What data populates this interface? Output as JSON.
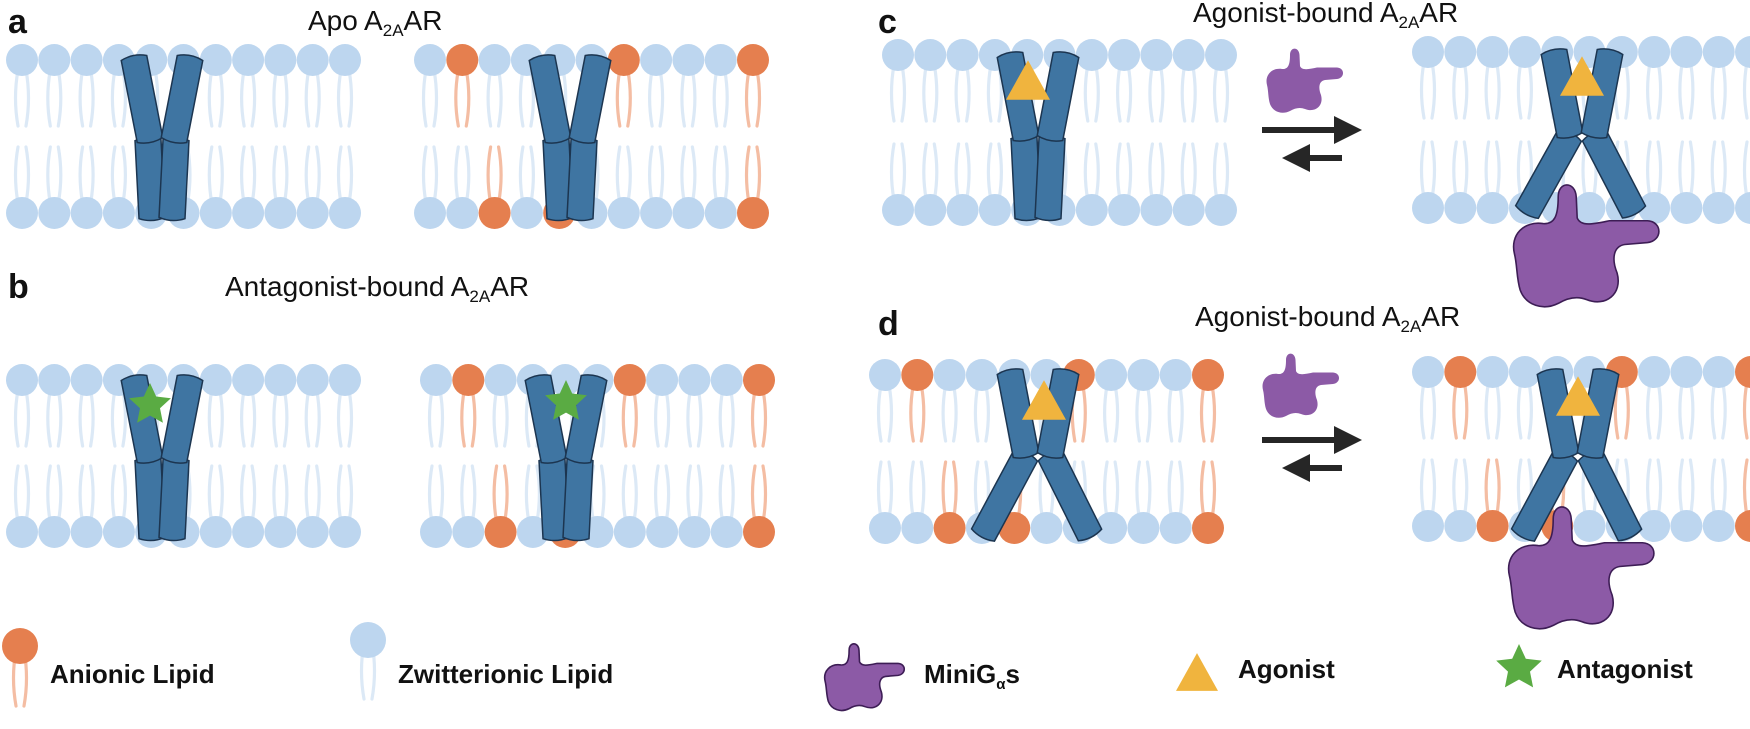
{
  "panels": [
    {
      "label": "a",
      "title_main": "Apo A",
      "title_sub": "2A",
      "title_tail": "AR"
    },
    {
      "label": "b",
      "title_main": "Antagonist-bound A",
      "title_sub": "2A",
      "title_tail": "AR"
    },
    {
      "label": "c",
      "title_main": "Agonist-bound A",
      "title_sub": "2A",
      "title_tail": "AR"
    },
    {
      "label": "d",
      "title_main": "Agonist-bound A",
      "title_sub": "2A",
      "title_tail": "AR"
    }
  ],
  "legend": {
    "anionic": "Anionic Lipid",
    "zwitterionic": "Zwitterionic Lipid",
    "minig_main": "MiniG",
    "minig_sub": "α",
    "minig_tail": "s",
    "agonist": "Agonist",
    "antagonist": "Antagonist"
  },
  "colors": {
    "zwitterionic_head": "#bdd6ef",
    "zwitterionic_tail": "#dce9f6",
    "anionic_head": "#e57f4f",
    "anionic_tail": "#f4bda3",
    "receptor": "#3f75a2",
    "receptor_edge": "#1c3550",
    "minig": "#8c5aa6",
    "agonist": "#f0b43e",
    "antagonist": "#5aab43",
    "arrow": "#262626"
  }
}
